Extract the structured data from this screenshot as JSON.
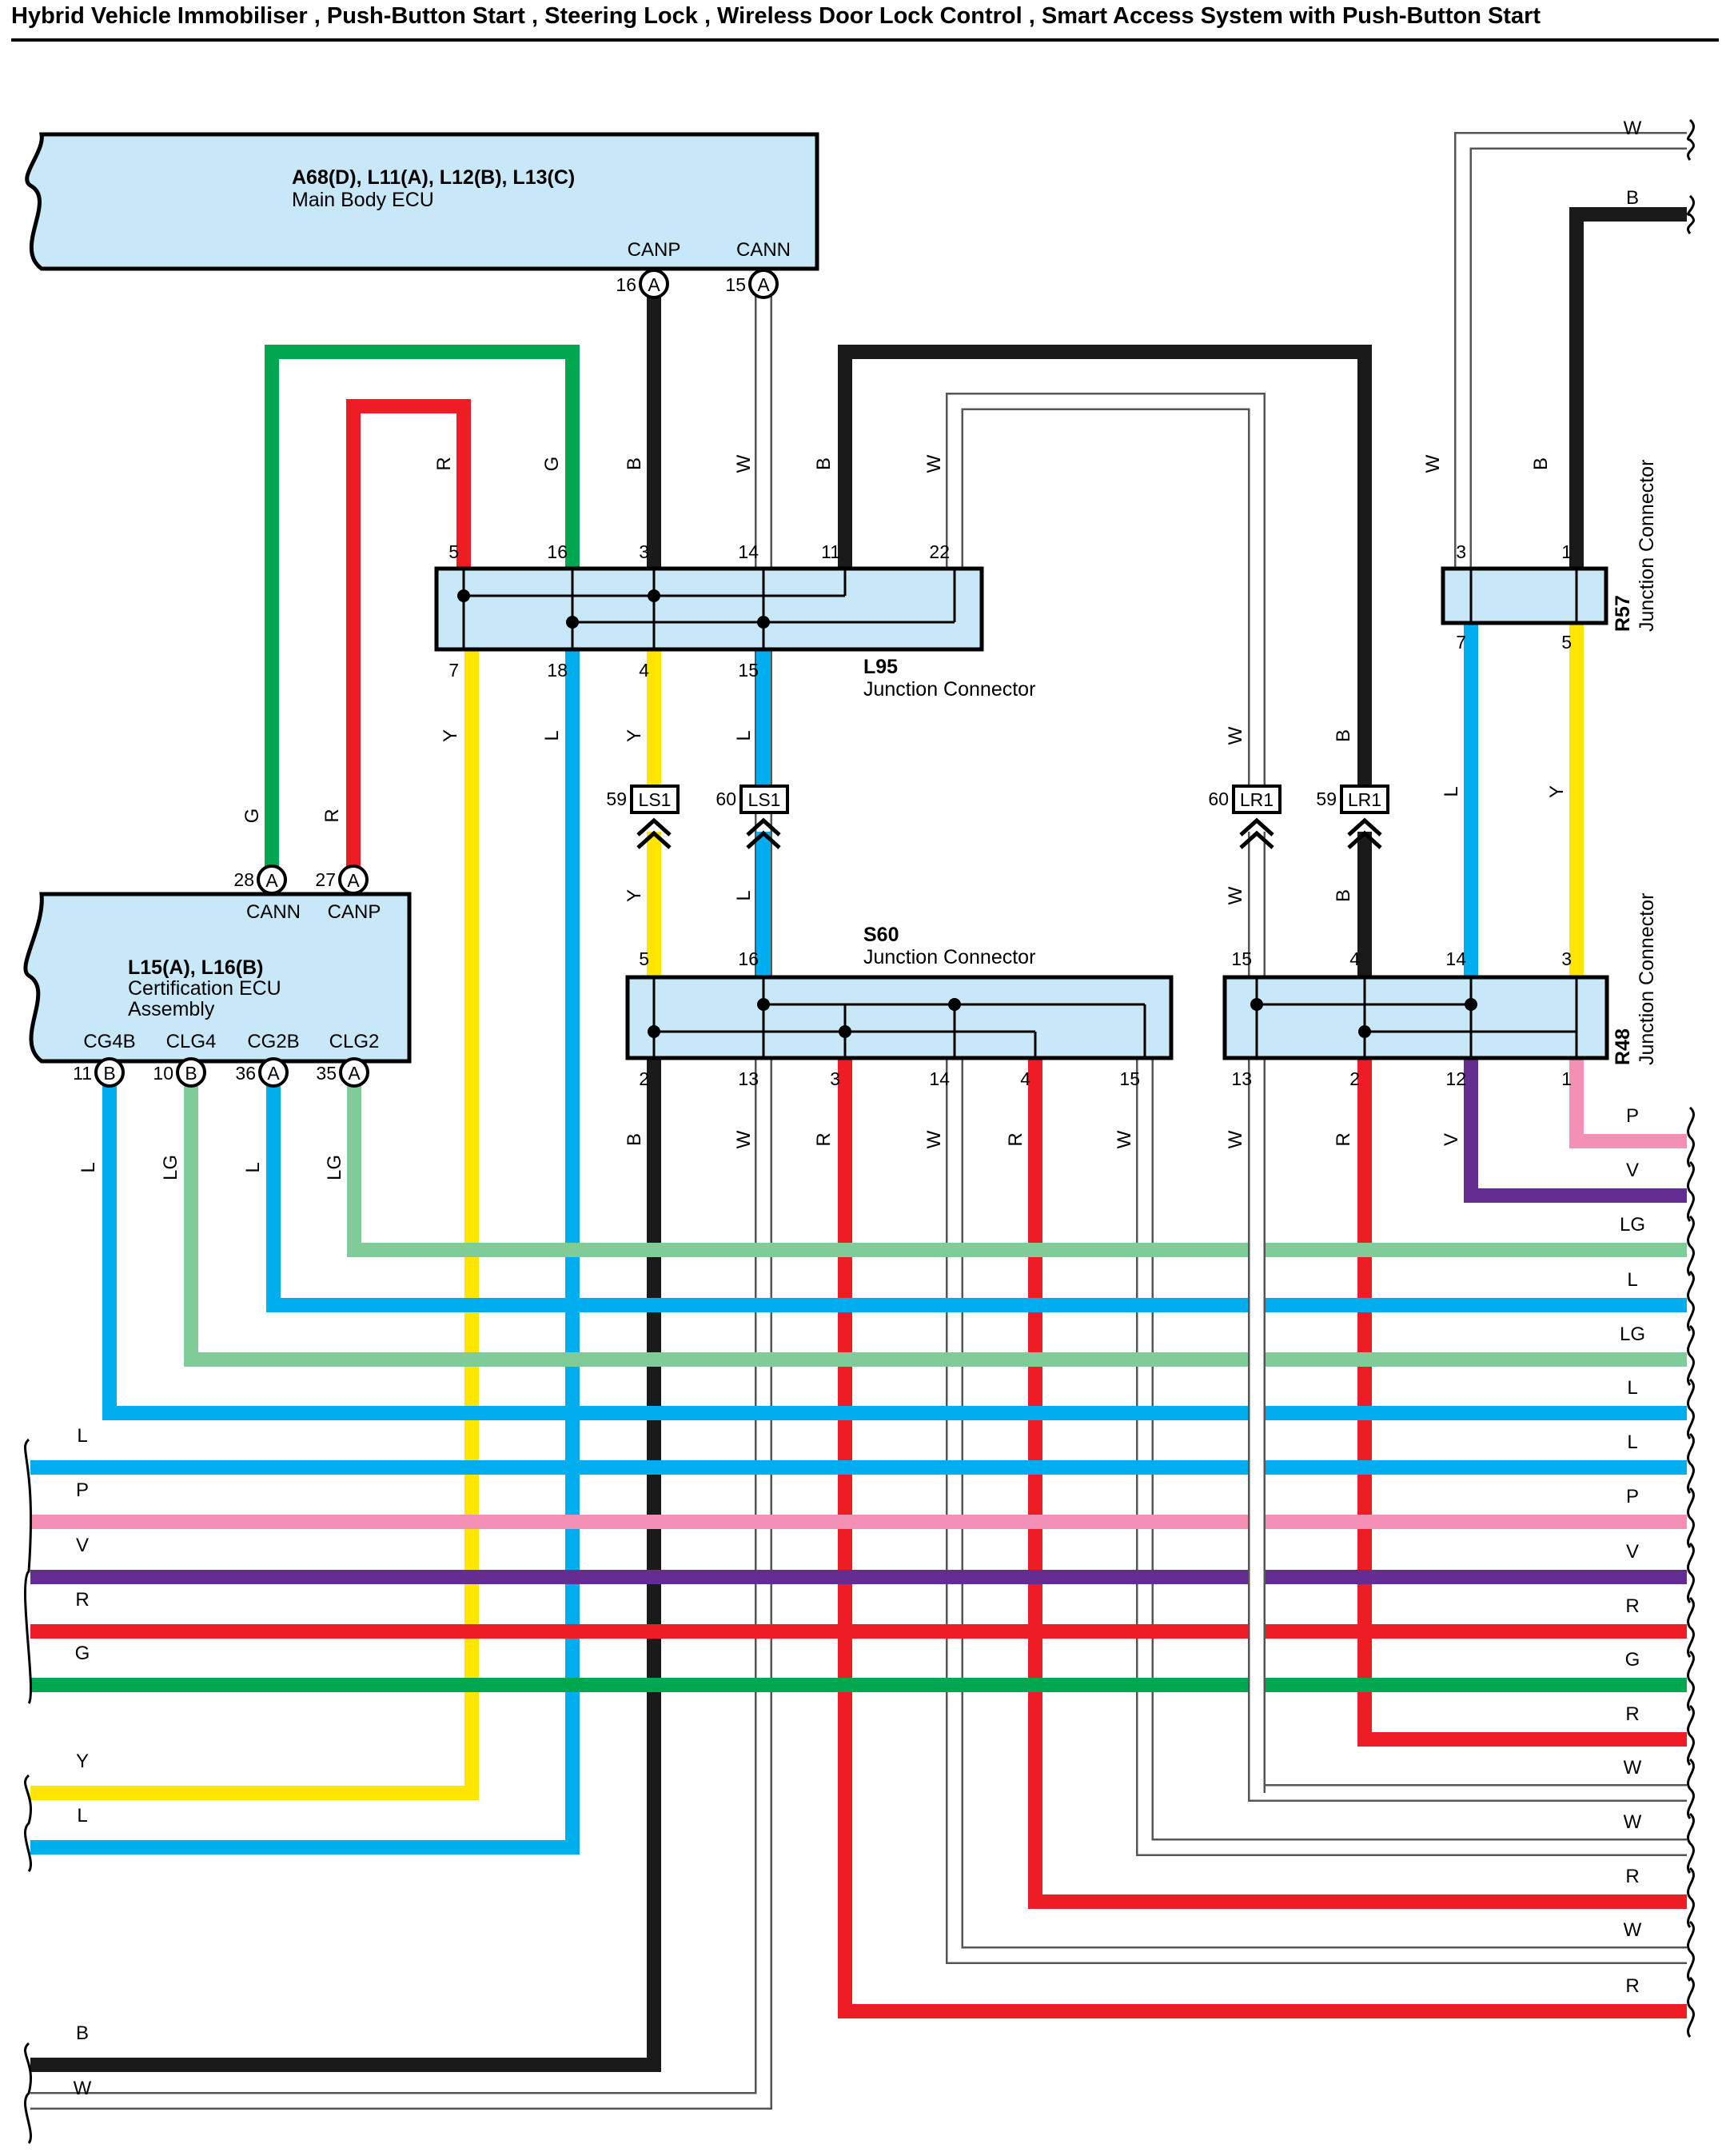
{
  "title": "Hybrid Vehicle Immobiliser , Push-Button Start , Steering Lock , Wireless Door Lock Control , Smart Access System with Push-Button Start",
  "colors": {
    "B": "#1a1a1a",
    "W": "#ffffff",
    "R": "#ee1c25",
    "G": "#00a650",
    "Y": "#ffe600",
    "L": "#00aeef",
    "LG": "#80cc99",
    "P": "#f48fb6",
    "V": "#662d91",
    "fill": "#c8e8f8"
  },
  "components": {
    "main_ecu": {
      "code": "A68(D), L11(A), L12(B), L13(C)",
      "name": "Main Body ECU",
      "terminals": [
        {
          "name": "CANP",
          "pin": "16",
          "conn": "A"
        },
        {
          "name": "CANN",
          "pin": "15",
          "conn": "A"
        }
      ]
    },
    "cert_ecu": {
      "code": "L15(A), L16(B)",
      "name1": "Certification ECU",
      "name2": "Assembly",
      "top_terminals": [
        {
          "name": "CANN",
          "pin": "28",
          "conn": "A"
        },
        {
          "name": "CANP",
          "pin": "27",
          "conn": "A"
        }
      ],
      "bottom_terminals": [
        {
          "name": "CG4B",
          "pin": "11",
          "conn": "B"
        },
        {
          "name": "CLG4",
          "pin": "10",
          "conn": "B"
        },
        {
          "name": "CG2B",
          "pin": "36",
          "conn": "A"
        },
        {
          "name": "CLG2",
          "pin": "35",
          "conn": "A"
        }
      ]
    },
    "l95": {
      "code": "L95",
      "name": "Junction Connector",
      "top_pins": [
        "5",
        "16",
        "3",
        "14",
        "11",
        "22"
      ],
      "bottom_pins": [
        "7",
        "18",
        "4",
        "15"
      ]
    },
    "s60": {
      "code": "S60",
      "name": "Junction Connector",
      "top_pins": [
        "5",
        "16"
      ],
      "bottom_pins": [
        "2",
        "13",
        "3",
        "14",
        "4",
        "15"
      ]
    },
    "r48": {
      "code": "R48",
      "name": "Junction Connector",
      "top_pins": [
        "15",
        "4",
        "14",
        "3"
      ],
      "bottom_pins": [
        "13",
        "2",
        "12",
        "1"
      ]
    },
    "r57": {
      "code": "R57",
      "name": "Junction Connector",
      "top_pins": [
        "3",
        "1"
      ],
      "bottom_pins": [
        "7",
        "5"
      ]
    },
    "ls1": [
      {
        "pin": "59",
        "code": "LS1"
      },
      {
        "pin": "60",
        "code": "LS1"
      }
    ],
    "lr1": [
      {
        "pin": "60",
        "code": "LR1"
      },
      {
        "pin": "59",
        "code": "LR1"
      }
    ]
  },
  "wire_labels": {
    "r57_top": [
      "W",
      "B"
    ],
    "top_right": [
      "W",
      "B"
    ],
    "l95_top": [
      "R",
      "G",
      "B",
      "W",
      "B",
      "W"
    ],
    "l95_bottom": [
      "Y",
      "L"
    ],
    "ls1_above": [
      "Y",
      "L"
    ],
    "lr1_above": [
      "W",
      "B"
    ],
    "cert_top": [
      "G",
      "R"
    ],
    "r57_bottom": [
      "L",
      "Y"
    ],
    "below_ls1": [
      "Y",
      "L"
    ],
    "below_lr1": [
      "W",
      "B"
    ],
    "cert_bottom": [
      "L",
      "LG",
      "L",
      "LG"
    ],
    "s60_bottom": [
      "B",
      "W",
      "R",
      "W",
      "R",
      "W"
    ],
    "r48_bottom": [
      "W",
      "R",
      "V"
    ]
  },
  "right_labels": [
    "P",
    "V",
    "LG",
    "L",
    "LG",
    "L",
    "L",
    "P",
    "V",
    "R",
    "G",
    "R",
    "W",
    "W",
    "R",
    "W",
    "R"
  ],
  "left_labels": [
    "L",
    "P",
    "V",
    "R",
    "G",
    "Y",
    "L",
    "B",
    "W"
  ]
}
